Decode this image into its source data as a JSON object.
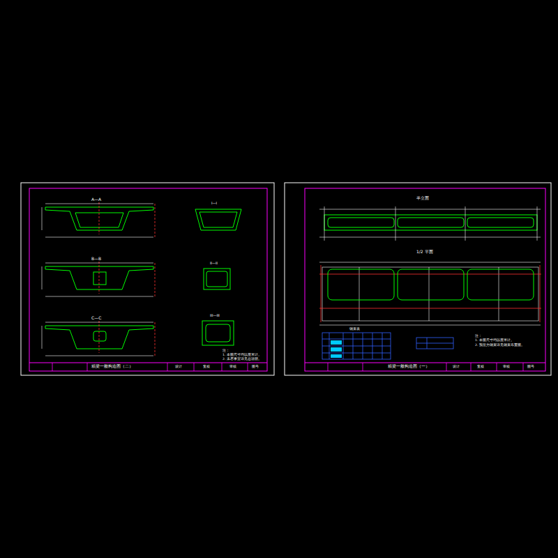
{
  "diagram": {
    "labels": [
      "A—A",
      "B—B",
      "C—C",
      "I—I",
      "II—II",
      "III—III",
      "注：",
      "1. 本图尺寸均以厘米计。",
      "2. 未尽事宜详见总说明。",
      "箱梁一般构造图（二）",
      "设计",
      "复核",
      "审核",
      "图号",
      "半立面",
      "1/2 平面",
      "钢束表",
      "注：",
      "1. 本图尺寸均以厘米计。",
      "2. 预应力钢束详见钢束布置图。",
      "箱梁一般构造图（一）",
      "设计",
      "复核",
      "审核",
      "图号"
    ]
  }
}
